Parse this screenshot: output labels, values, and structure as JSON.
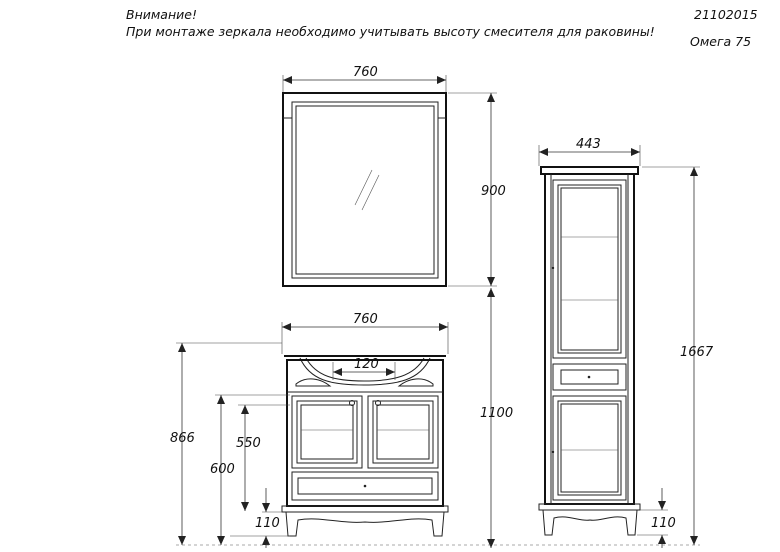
{
  "notes": {
    "title": "Внимание!",
    "text": "При монтаже зеркала необходимо учитывать высоту смесителя для раковины!",
    "doc_code": "21102015",
    "model": "Омега  75"
  },
  "dimensions": {
    "mirror_width": "760",
    "mirror_height": "900",
    "mirror_mount_height": "1100",
    "vanity_width": "760",
    "sink_depth": "120",
    "vanity_height": "866",
    "faucet_height": "550",
    "counter_height": "600",
    "vanity_leg_height": "110",
    "cabinet_width": "443",
    "cabinet_height": "1667",
    "cabinet_leg_height": "110"
  }
}
